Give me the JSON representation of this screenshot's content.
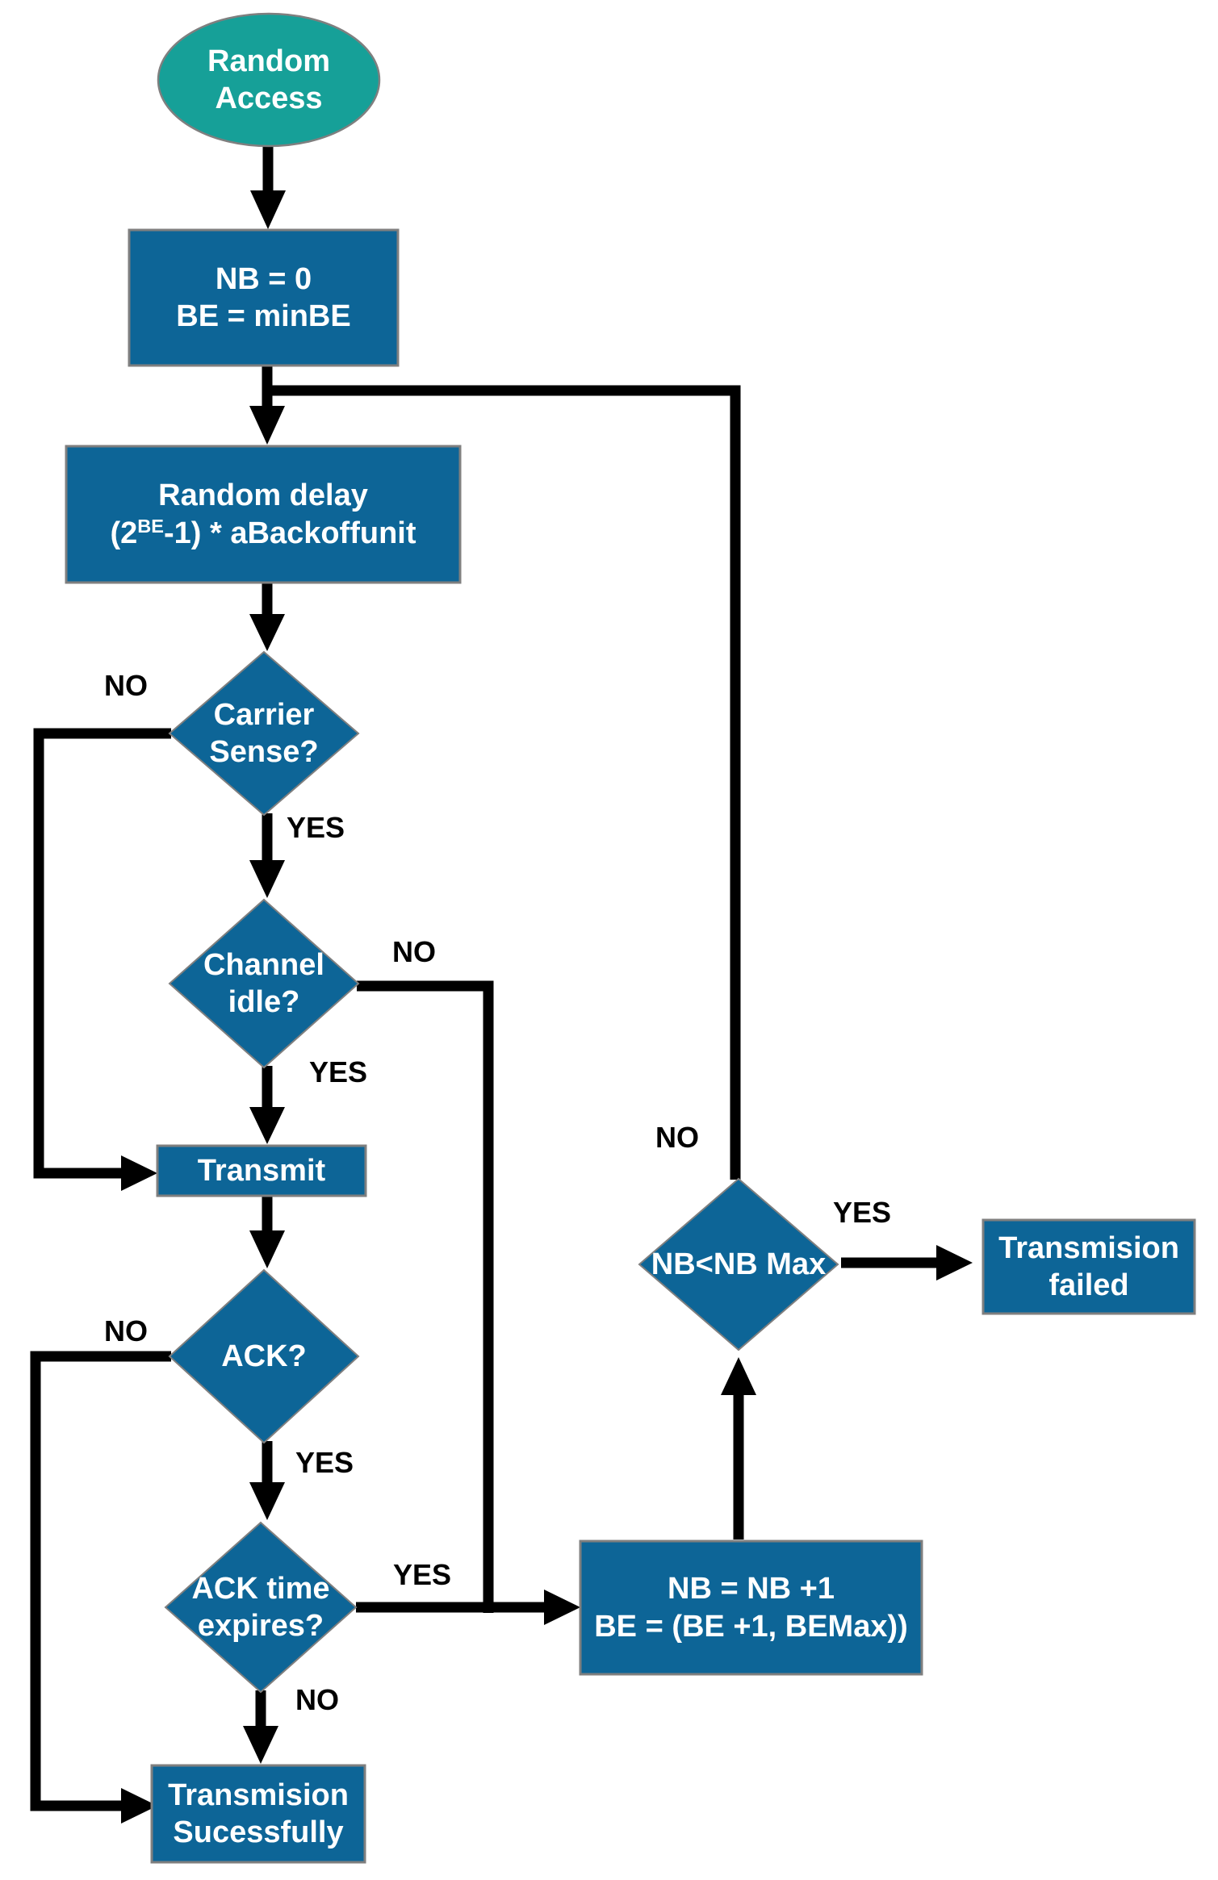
{
  "colors": {
    "node_fill": "#0d6597",
    "start_fill": "#16a098",
    "border_gray": "#7f7f7f",
    "arrow_black": "#000000",
    "node_text": "#ffffff",
    "edge_label_text": "#000000"
  },
  "nodes": {
    "start": {
      "line1": "Random",
      "line2": "Access"
    },
    "init": {
      "line1": "NB = 0",
      "line2": "BE = minBE"
    },
    "delay": {
      "line1": "Random delay",
      "line2_prefix": "(2",
      "line2_sup": "BE",
      "line2_suffix": "-1) * aBackoffunit"
    },
    "carrier": {
      "line1": "Carrier",
      "line2": "Sense?"
    },
    "channel": {
      "line1": "Channel",
      "line2": "idle?"
    },
    "transmit": {
      "line1": "Transmit"
    },
    "ack": {
      "line1": "ACK?"
    },
    "ack_time": {
      "line1": "ACK time",
      "line2": "expires?"
    },
    "nb_update": {
      "line1": "NB = NB +1",
      "line2": "BE = (BE +1, BEMax))"
    },
    "nb_max": {
      "line1": "NB<NB Max"
    },
    "failed": {
      "line1": "Transmision",
      "line2": "failed"
    },
    "success": {
      "line1": "Transmision",
      "line2": "Sucessfully"
    }
  },
  "edge_labels": {
    "carrier_no": "NO",
    "carrier_yes": "YES",
    "channel_no": "NO",
    "channel_yes": "YES",
    "ack_no": "NO",
    "ack_yes": "YES",
    "ack_time_yes": "YES",
    "ack_time_no": "NO",
    "nb_max_no": "NO",
    "nb_max_yes": "YES"
  }
}
